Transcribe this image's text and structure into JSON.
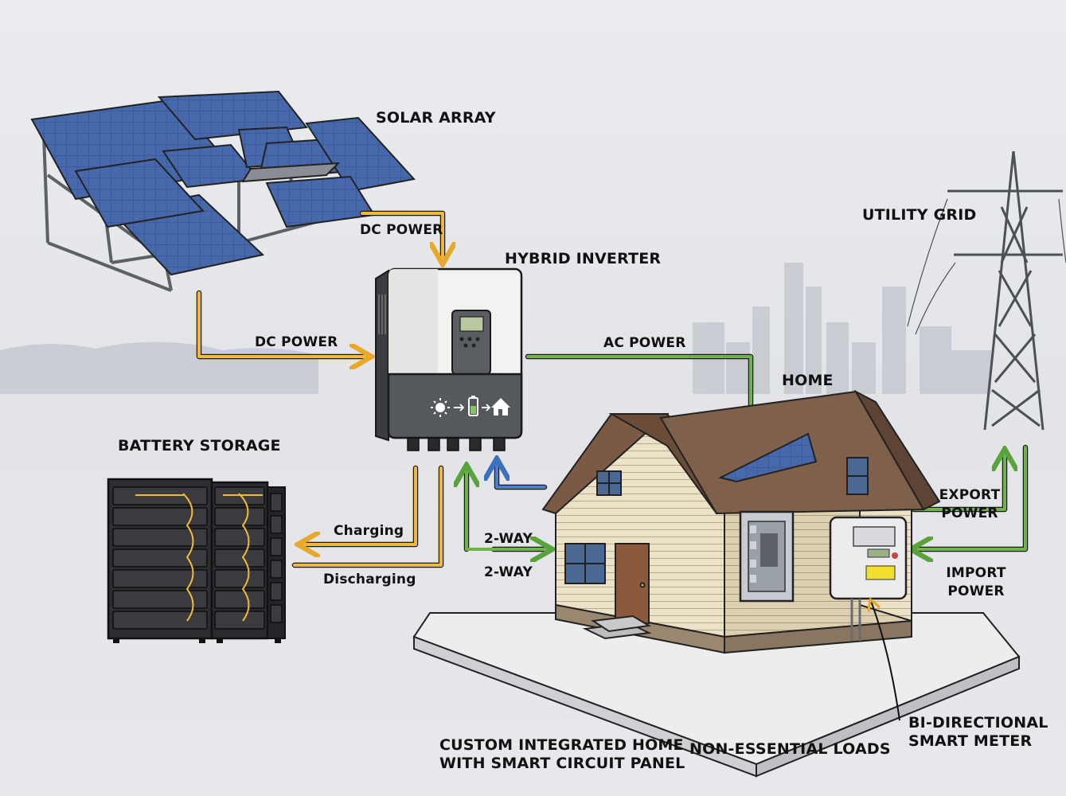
{
  "labels": {
    "solar_array": "SOLAR ARRAY",
    "dc_power_top": "DC POWER",
    "hybrid_inverter": "HYBRID INVERTER",
    "dc_power_left": "DC POWER",
    "ac_power": "AC POWER",
    "utility_grid": "UTILITY GRID",
    "home": "HOME",
    "battery_storage": "BATTERY STORAGE",
    "charging": "Charging",
    "discharging": "Discharging",
    "two_way_top": "2-WAY",
    "two_way_bottom": "2-WAY",
    "export_power": [
      "EXPORT",
      "POWER"
    ],
    "import_power": [
      "IMPORT",
      "POWER"
    ],
    "custom_home": [
      "CUSTOM INTEGRATED HOME",
      "WITH SMART CIRCUIT PANEL"
    ],
    "non_essential_loads": "NON-ESSENTIAL LOADS",
    "smart_meter": [
      "BI-DIRECTIONAL",
      "SMART METER"
    ]
  },
  "icons": [
    "sun-icon",
    "battery-icon",
    "house-icon"
  ],
  "colors": {
    "dc_flow": "#f0b93a",
    "ac_flow": "#6fb24e",
    "return_flow": "#4a7fc9",
    "panel_blue": "#3b5a9a",
    "roof_brown": "#7a5a45",
    "siding": "#e8dcc0",
    "battery_black": "#2a2a2c"
  }
}
